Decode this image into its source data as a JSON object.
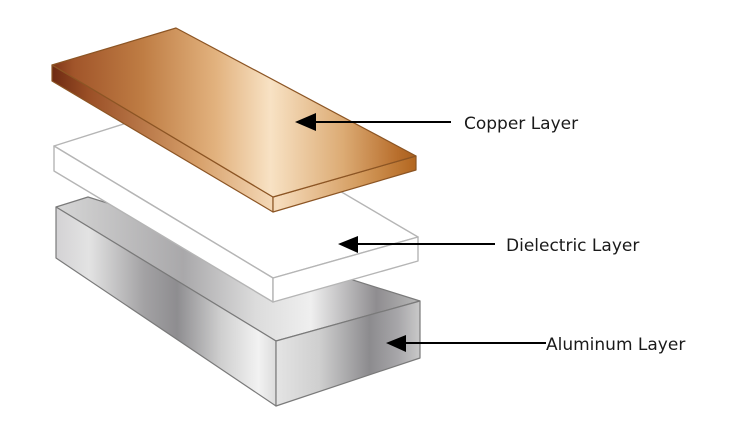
{
  "diagram": {
    "layers": [
      {
        "id": "copper",
        "label": "Copper Layer"
      },
      {
        "id": "dielectric",
        "label": "Dielectric Layer"
      },
      {
        "id": "aluminum",
        "label": "Aluminum Layer"
      }
    ]
  },
  "colors": {
    "copper_dark": "#8a3f1c",
    "copper_mid": "#b8743c",
    "copper_light": "#f8e2c4",
    "copper_edge": "#8c5524",
    "dielectric_fill": "#ffffff",
    "dielectric_edge": "#b5b5b5",
    "aluminum_light": "#eeeeee",
    "aluminum_dark": "#8e8c8e",
    "aluminum_edge": "#7a7a7a",
    "arrow": "#000000"
  }
}
